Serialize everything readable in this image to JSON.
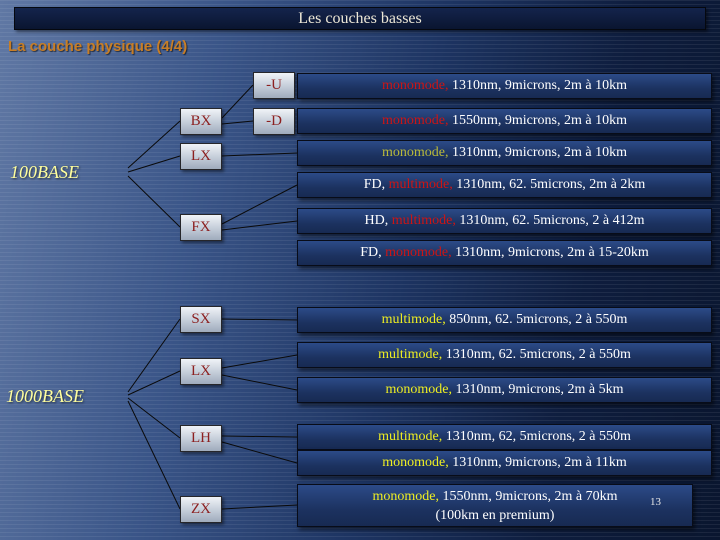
{
  "slide": {
    "title": "Les couches basses",
    "subtitle": "La couche physique (4/4)",
    "page_number": "13"
  },
  "groups": [
    {
      "label": "100BASE"
    },
    {
      "label": "1000BASE"
    }
  ],
  "boxes": {
    "u": "-U",
    "bx": "BX",
    "d": "-D",
    "lx100": "LX",
    "fx": "FX",
    "sx": "SX",
    "lx1000": "LX",
    "lh": "LH",
    "zx": "ZX"
  },
  "rows": [
    {
      "pre": "",
      "key": "monomode, ",
      "rest": "1310nm, 9microns, 2m à 10km"
    },
    {
      "pre": "",
      "key": "monomode, ",
      "rest": "1550nm, 9microns, 2m à 10km"
    },
    {
      "pre": "",
      "key": "monomode, ",
      "rest": "1310nm, 9microns, 2m à 10km"
    },
    {
      "pre": "FD, ",
      "key": "multimode, ",
      "rest": "1310nm, 62. 5microns, 2m à 2km"
    },
    {
      "pre": "HD, ",
      "key": "multimode, ",
      "rest": "1310nm, 62. 5microns, 2 à 412m"
    },
    {
      "pre": "FD, ",
      "key": "monomode, ",
      "rest": "1310nm, 9microns, 2m à 15-20km"
    },
    {
      "pre": "",
      "key": "multimode, ",
      "rest": "850nm, 62. 5microns, 2 à 550m"
    },
    {
      "pre": "",
      "key": "multimode, ",
      "rest": "1310nm, 62. 5microns, 2 à 550m"
    },
    {
      "pre": "",
      "key": "monomode, ",
      "rest": "1310nm, 9microns, 2m à 5km"
    },
    {
      "pre": "",
      "key": "multimode, ",
      "rest": "1310nm, 62, 5microns, 2 à 550m"
    },
    {
      "pre": "",
      "key": "monomode, ",
      "rest": "1310nm, 9microns, 2m à 11km"
    },
    {
      "pre": "",
      "key": "monomode, ",
      "rest": "1550nm, 9microns, 2m à 70km",
      "line2": "(100km en premium)"
    }
  ],
  "colors": {
    "keyword_red": "#cc1515",
    "keyword_yellow": "#eeee22",
    "keyword_olive": "#b9b93a",
    "subtitle_orange": "#c87e26",
    "group_label_yellow": "#ffff9e",
    "row_background": "#1c3260",
    "node_text_red": "#8c2020"
  }
}
